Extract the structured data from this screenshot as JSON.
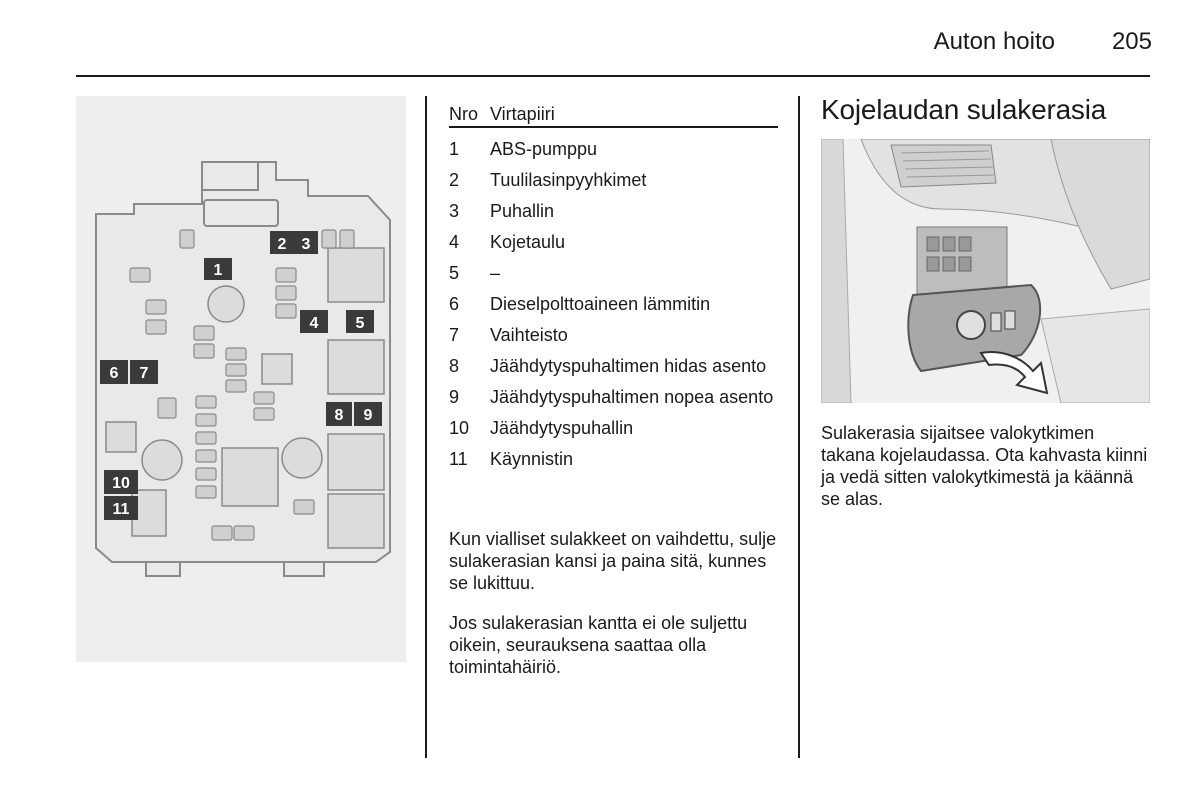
{
  "header": {
    "section_title": "Auton hoito",
    "page_number": "205"
  },
  "fuse_table": {
    "col_number": "Nro",
    "col_circuit": "Virtapiiri",
    "rows": [
      {
        "n": "1",
        "circuit": "ABS-pumppu"
      },
      {
        "n": "2",
        "circuit": "Tuulilasinpyyhkimet"
      },
      {
        "n": "3",
        "circuit": "Puhallin"
      },
      {
        "n": "4",
        "circuit": "Kojetaulu"
      },
      {
        "n": "5",
        "circuit": "–"
      },
      {
        "n": "6",
        "circuit": "Dieselpolttoaineen lämmitin"
      },
      {
        "n": "7",
        "circuit": "Vaihteisto"
      },
      {
        "n": "8",
        "circuit": "Jäähdytyspuhaltimen hidas asento"
      },
      {
        "n": "9",
        "circuit": "Jäähdytyspuhaltimen nopea asento"
      },
      {
        "n": "10",
        "circuit": "Jäähdytyspuhallin"
      },
      {
        "n": "11",
        "circuit": "Käynnistin"
      }
    ]
  },
  "paragraphs": [
    "Kun vialliset sulakkeet on vaihdettu, sulje sulakerasian kansi ja paina sitä, kunnes se lukittuu.",
    "Jos sulakerasian kantta ei ole suljettu oikein, seurauksena saattaa olla toimintahäiriö."
  ],
  "section": {
    "heading": "Kojelaudan sulakerasia",
    "description": "Sulakerasia sijaitsee valokytkimen takana kojelaudassa. Ota kahvasta kiinni ja vedä sitten valokytkimestä ja käännä se alas."
  },
  "diagram_labels": {
    "l1": "1",
    "l2": "2",
    "l3": "3",
    "l4": "4",
    "l5": "5",
    "l6": "6",
    "l7": "7",
    "l8": "8",
    "l9": "9",
    "l10": "10",
    "l11": "11"
  }
}
